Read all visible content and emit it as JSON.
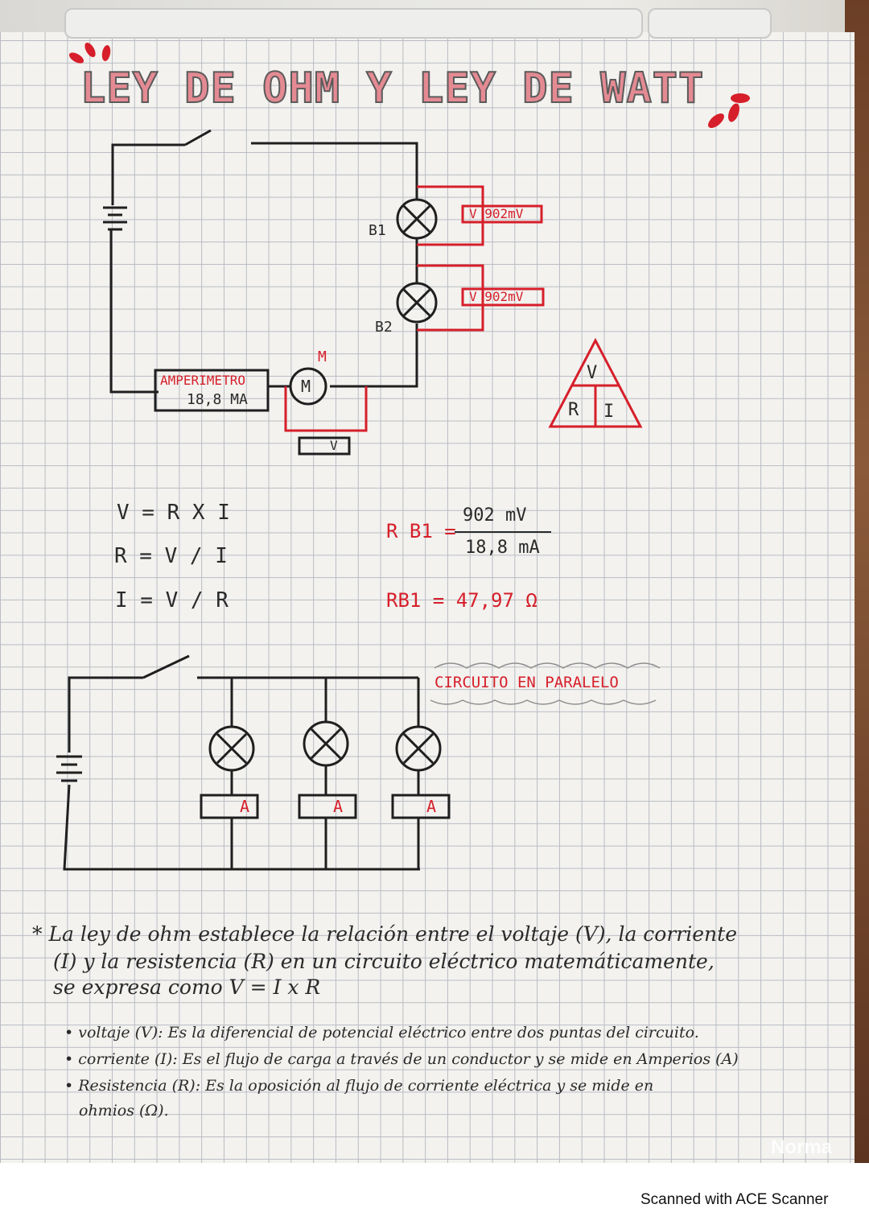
{
  "title": "LEY DE OHM Y LEY DE WATT",
  "circuit1": {
    "bulb1_label": "B1",
    "bulb2_label": "B2",
    "voltmeter1": "V 902mV",
    "voltmeter2": "V 902mV",
    "motor_symbol": "M",
    "motor_label": "M",
    "ammeter_name": "AMPERIMETRO",
    "ammeter_value": "18,8 MA",
    "motor_voltmeter": "V"
  },
  "triangle": {
    "top": "V",
    "left": "R",
    "right": "I"
  },
  "formulas": [
    "V = R X I",
    "R = V / I",
    "I = V / R"
  ],
  "calc": {
    "lhs": "R B1 =",
    "numerator": "902 mV",
    "denominator": "18,8 mA",
    "result": "RB1 = 47,97 Ω"
  },
  "circuit2": {
    "label": "CIRCUITO EN PARALELO",
    "ammeters": [
      "A",
      "A",
      "A"
    ]
  },
  "notes": {
    "paragraph": [
      "* La ley de ohm establece la relación entre el voltaje (V), la corriente",
      "(I) y la resistencia (R) en un circuito eléctrico matemáticamente,",
      "se expresa como V = I x R"
    ],
    "bullets": [
      "• voltaje (V): Es la diferencial de potencial eléctrico entre dos puntas del circuito.",
      "• corriente (I): Es el flujo de carga a través de un conductor y se mide en Amperios (A)",
      "• Resistencia (R): Es la oposición al flujo de corriente eléctrica y se mide en",
      "ohmios (Ω)."
    ]
  },
  "brand": "Norma",
  "footer": "Scanned with ACE Scanner",
  "colors": {
    "red_ink": "#d61f2a",
    "black_ink": "#2a2a2a",
    "title_pink": "#e48a93"
  }
}
